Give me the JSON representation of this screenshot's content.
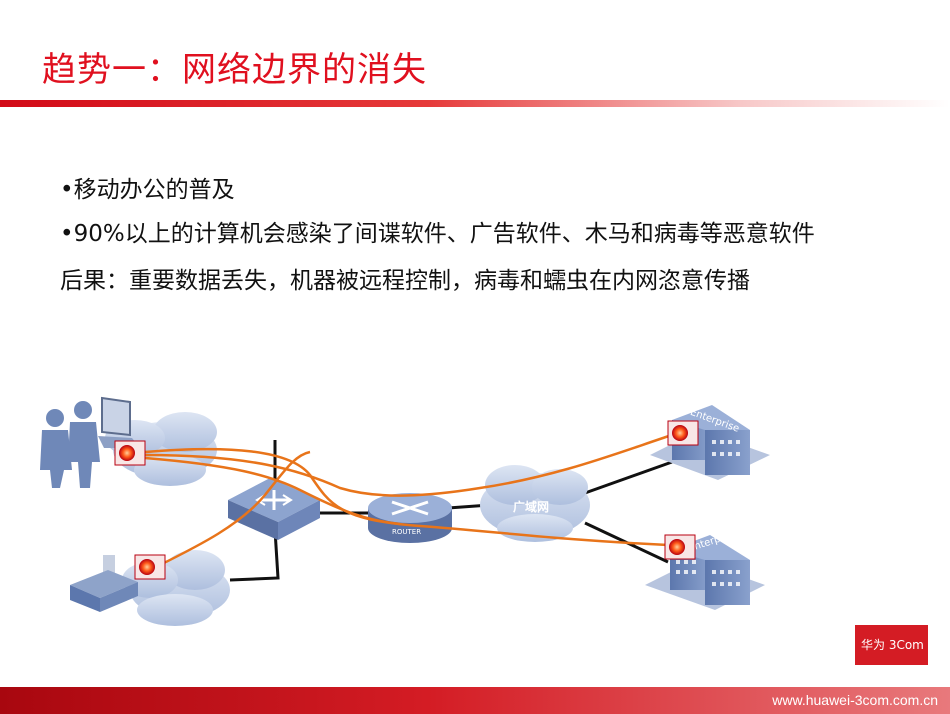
{
  "slide": {
    "title": "趋势一：网络边界的消失",
    "bullets": [
      "•移动办公的普及",
      "•90%以上的计算机会感染了间谍软件、广告软件、木马和病毒等恶意软件",
      "后果：重要数据丢失，机器被远程控制，病毒和蠕虫在内网恣意传播"
    ]
  },
  "diagram": {
    "router_label": "ROUTER",
    "wan_label": "广域网",
    "enterprise_label": "Enterprise"
  },
  "branding": {
    "logo_text": "华为 3Com",
    "url": "www.huawei-3com.com.cn"
  },
  "colors": {
    "accent": "#e0101f",
    "threat_path": "#e8741a",
    "cloud": "#c3d0e8",
    "device": "#6f88b8"
  }
}
